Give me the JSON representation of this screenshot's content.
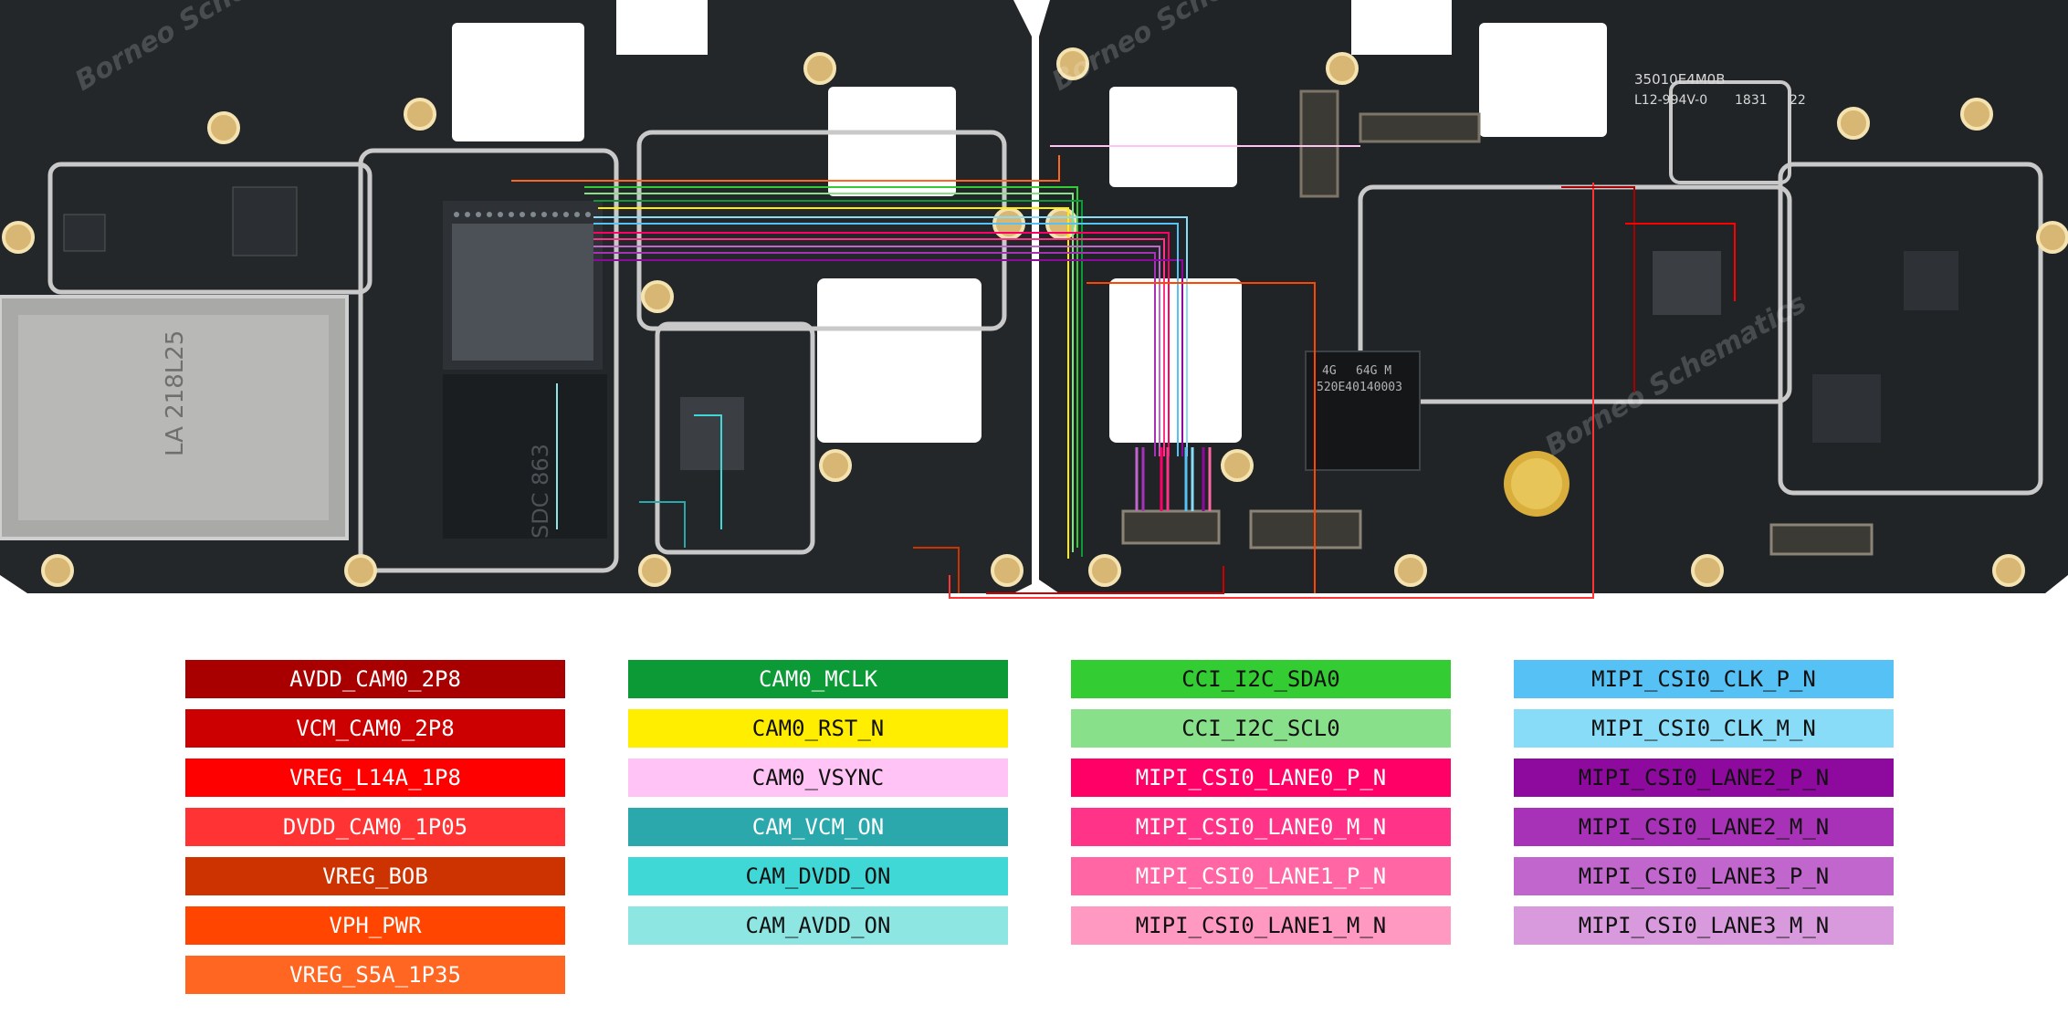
{
  "board": {
    "left_marking": "LA 218L25",
    "chip_marking": "SDC 863",
    "right_label": "35010E4M0B",
    "right_label_2": "L12-994V-0",
    "right_date": "1831",
    "right_code": "22",
    "emmc_line1": "4G",
    "emmc_line2": "64G M",
    "emmc_line3": "520E40140003",
    "watermark": "Borneo Schematics"
  },
  "legend": {
    "columns": [
      [
        {
          "label": "AVDD_CAM0_2P8",
          "color": "#a80000"
        },
        {
          "label": "VCM_CAM0_2P8",
          "color": "#cc0000"
        },
        {
          "label": "VREG_L14A_1P8",
          "color": "#ff0000"
        },
        {
          "label": "DVDD_CAM0_1P05",
          "color": "#ff3333"
        },
        {
          "label": "VREG_BOB",
          "color": "#cc3300"
        },
        {
          "label": "VPH_PWR",
          "color": "#ff4500"
        },
        {
          "label": "VREG_S5A_1P35",
          "color": "#ff6622"
        }
      ],
      [
        {
          "label": "CAM0_MCLK",
          "color": "#0b9a35"
        },
        {
          "label": "CAM0_RST_N",
          "color": "#ffee00"
        },
        {
          "label": "CAM0_VSYNC",
          "color": "#ffc4f5"
        },
        {
          "label": "CAM_VCM_ON",
          "color": "#2ba8ab"
        },
        {
          "label": "CAM_DVDD_ON",
          "color": "#40d8d6"
        },
        {
          "label": "CAM_AVDD_ON",
          "color": "#8ee6e3"
        }
      ],
      [
        {
          "label": "CCI_I2C_SDA0",
          "color": "#33cc33"
        },
        {
          "label": "CCI_I2C_SCL0",
          "color": "#88e08a"
        },
        {
          "label": "MIPI_CSI0_LANE0_P_N",
          "color": "#ff0066"
        },
        {
          "label": "MIPI_CSI0_LANE0_M_N",
          "color": "#ff3388"
        },
        {
          "label": "MIPI_CSI0_LANE1_P_N",
          "color": "#ff66a3"
        },
        {
          "label": "MIPI_CSI0_LANE1_M_N",
          "color": "#ff99c2"
        }
      ],
      [
        {
          "label": "MIPI_CSI0_CLK_P_N",
          "color": "#55c1f5"
        },
        {
          "label": "MIPI_CSI0_CLK_M_N",
          "color": "#88dcf7"
        },
        {
          "label": "MIPI_CSI0_LANE2_P_N",
          "color": "#8e0a9e"
        },
        {
          "label": "MIPI_CSI0_LANE2_M_N",
          "color": "#a832b7"
        },
        {
          "label": "MIPI_CSI0_LANE3_P_N",
          "color": "#c066cc"
        },
        {
          "label": "MIPI_CSI0_LANE3_M_N",
          "color": "#d89add"
        }
      ]
    ]
  }
}
